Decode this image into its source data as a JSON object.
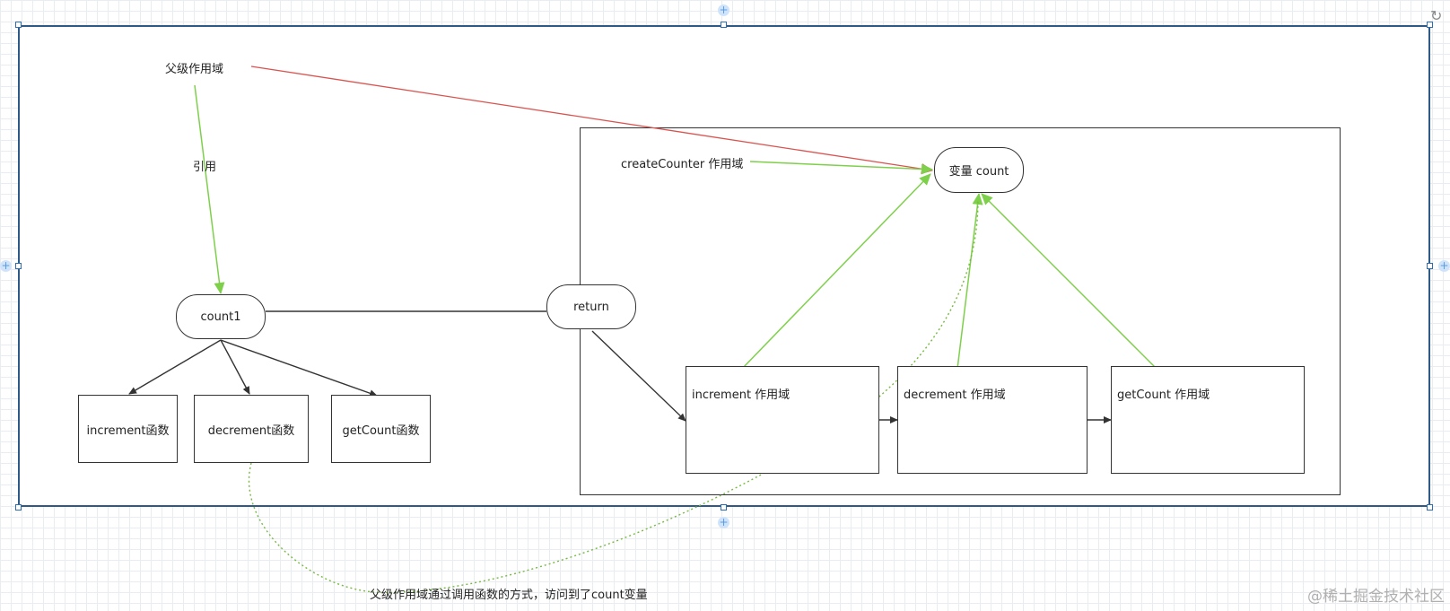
{
  "diagram": {
    "parent_scope_label": "父级作用域",
    "reference_label": "引用",
    "count1_label": "count1",
    "return_label": "return",
    "parent_functions": [
      "increment函数",
      "decrement函数",
      "getCount函数"
    ],
    "create_counter_scope_label": "createCounter 作用域",
    "variable_count_label": "变量 count",
    "inner_scopes": [
      "increment 作用域",
      "decrement 作用域",
      "getCount 作用域"
    ],
    "note": "父级作用域通过调用函数的方式，访问到了count变量"
  },
  "colors": {
    "green_arrow": "#7ed04b",
    "red_arrow": "#d9534f",
    "frame_border": "#2e5a88",
    "dotted": "#77b940"
  },
  "watermark": "@稀土掘金技术社区",
  "icons": {
    "rotate": "rotate-icon",
    "connection_points": "plus-connector-icon",
    "selection_handles": "resize-handle-icon"
  }
}
